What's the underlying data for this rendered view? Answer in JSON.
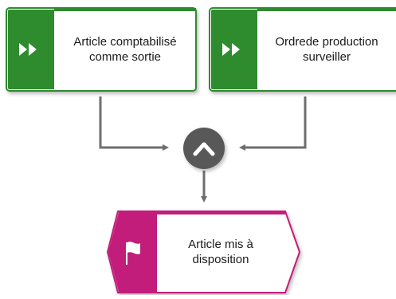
{
  "diagram": {
    "functions": [
      {
        "id": "fn1",
        "label_line1": "Article comptabilisé",
        "label_line2": "comme sortie",
        "icon": "fast-forward-icon"
      },
      {
        "id": "fn2",
        "label_line1": "Ordrede production",
        "label_line2": "surveiller",
        "icon": "fast-forward-icon"
      }
    ],
    "connector": {
      "type": "and",
      "icon": "chevron-up-icon"
    },
    "event": {
      "label_line1": "Article mis à",
      "label_line2": "disposition",
      "icon": "flag-icon"
    },
    "colors": {
      "function_accent": "#2e8b2e",
      "function_border": "#2e8b2e",
      "connector_fill": "#595959",
      "arrow_stroke": "#6e6e6e",
      "event_accent": "#c21d7a",
      "event_border": "#c21d7a"
    }
  }
}
